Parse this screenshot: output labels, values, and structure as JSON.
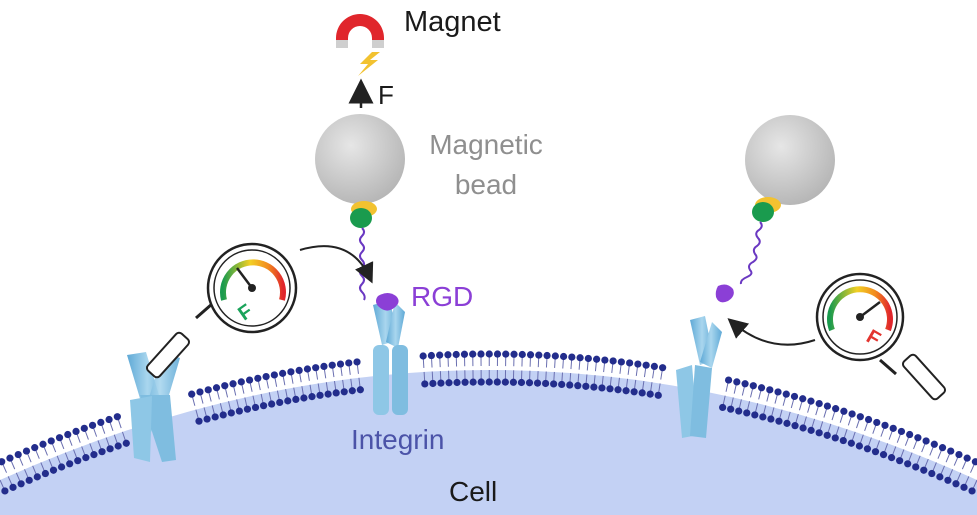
{
  "labels": {
    "magnet": "Magnet",
    "force": "F",
    "bead_line1": "Magnetic",
    "bead_line2": "bead",
    "rgd": "RGD",
    "integrin": "Integrin",
    "cell": "Cell"
  },
  "gauges": [
    {
      "letter": "F",
      "letter_color": "#1aa35a",
      "needle_level": "low"
    },
    {
      "letter": "F",
      "letter_color": "#e3342f",
      "needle_level": "high"
    }
  ],
  "colors": {
    "cell_fill": "#c3d1f4",
    "lipid_head": "#232d8c",
    "integrin": "#8ec7e6",
    "bead": "#c8c8c8",
    "ligand": "#8b3fd6",
    "linker_green": "#1a9b4e",
    "linker_yellow": "#f2c230",
    "magnet_red": "#e0262c"
  }
}
